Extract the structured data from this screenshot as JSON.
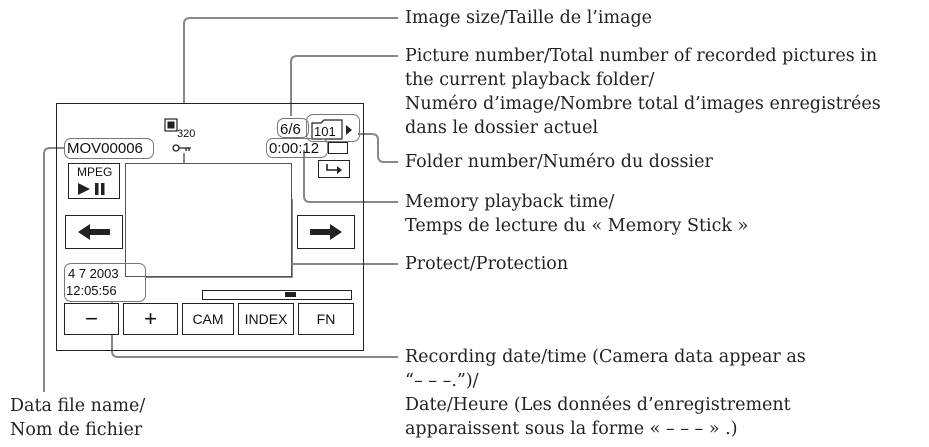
{
  "screen": {
    "image_size_value": "320",
    "file_name": "MOV00006",
    "picture_count": "6/6",
    "folder_number": "101",
    "playback_time": "0:00:12",
    "mpeg_label": "MPEG",
    "date": "4  7 2003",
    "time": "12:05:56",
    "buttons": {
      "minus": "−",
      "plus": "+",
      "cam": "CAM",
      "index": "INDEX",
      "fn": "FN"
    },
    "icons": [
      "image-size-icon",
      "protect-key-icon",
      "folder-icon",
      "folder-return-icon",
      "play-pause-icon",
      "left-arrow-icon",
      "right-arrow-icon"
    ]
  },
  "annotations": {
    "image_size": "Image size/Taille de l’image",
    "picture_number": [
      "Picture number/Total number of recorded pictures in",
      "the current playback folder/",
      "Numéro d’image/Nombre total d’images enregistrées",
      "dans le dossier actuel"
    ],
    "folder_number": "Folder number/Numéro du dossier",
    "playback_time": [
      "Memory playback time/",
      "Temps de lecture du « Memory Stick »"
    ],
    "protect": "Protect/Protection",
    "recording_date": [
      "Recording date/time (Camera data appear as",
      "“– – –.”)/",
      "Date/Heure (Les données d’enregistrement",
      "apparaissent sous la forme « – – – » .)"
    ],
    "data_file": [
      "Data file name/",
      "Nom de fichier"
    ]
  }
}
